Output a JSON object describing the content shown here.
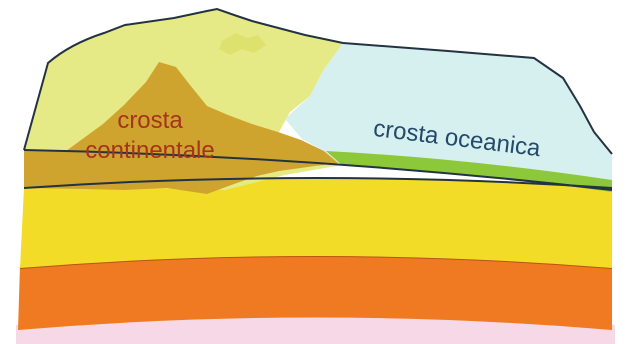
{
  "labels": {
    "continental_crust": [
      "crosta",
      "continentale"
    ],
    "oceanic_crust": "crosta oceanica"
  },
  "colors": {
    "background": "#ffffff",
    "continental_surface": "#e6ea86",
    "continental_crust": "#cfa42e",
    "oceanic_crust": "#d6f0ef",
    "oceanic_thin_layer": "#8cc83a",
    "upper_mantle": "#f2dc28",
    "lower_band": "#f07a22",
    "bottom_band": "#f7d8e6",
    "continental_label_text": "#a5331d",
    "oceanic_label_text": "#25496a"
  }
}
